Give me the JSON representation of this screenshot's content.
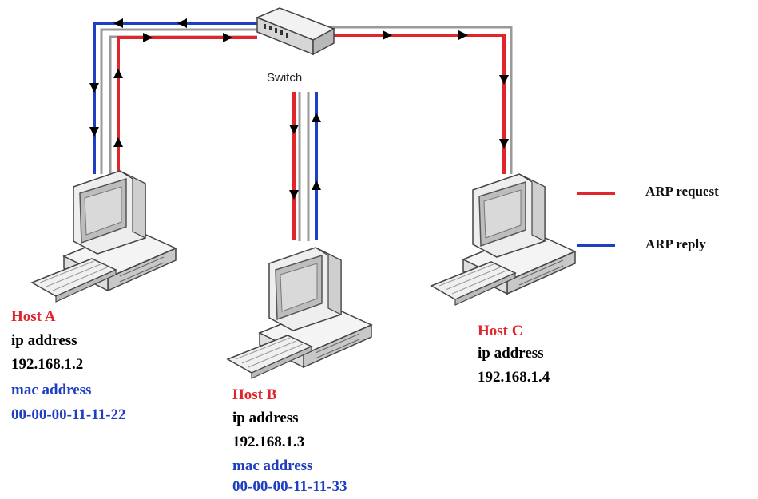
{
  "switch_label": "Switch",
  "legend": [
    {
      "label": "ARP request",
      "color": "#e0262b"
    },
    {
      "label": "ARP reply",
      "color": "#1f3fc0"
    }
  ],
  "hosts": {
    "a": {
      "name": "Host A",
      "ip_label": "ip address",
      "ip": "192.168.1.2",
      "mac_label": "mac address",
      "mac": "00-00-00-11-11-22"
    },
    "b": {
      "name": "Host B",
      "ip_label": "ip address",
      "ip": "192.168.1.3",
      "mac_label": "mac address",
      "mac": "00-00-00-11-11-33"
    },
    "c": {
      "name": "Host C",
      "ip_label": "ip address",
      "ip": "192.168.1.4"
    }
  },
  "colors": {
    "request": "#e0262b",
    "reply": "#1f3fc0",
    "cable": "#8a8a8a"
  }
}
